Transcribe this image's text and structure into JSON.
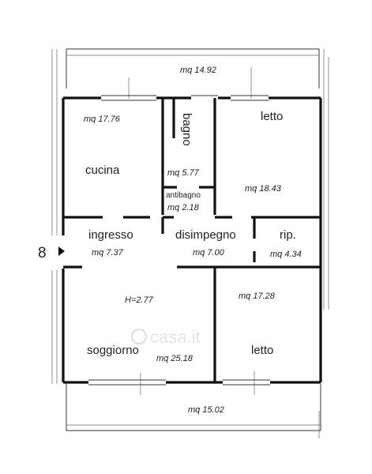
{
  "address_number": "8",
  "height_label": "H=2.77",
  "watermark": "casa.it",
  "rooms": {
    "terrace_top": {
      "area": "mq 14.92"
    },
    "cucina": {
      "name": "cucina",
      "area": "mq 17.76"
    },
    "bagno": {
      "name": "bagno",
      "area": "mq 5.77"
    },
    "antibagno": {
      "name": "antibagno",
      "area": "mq 2.18"
    },
    "letto_top": {
      "name": "letto",
      "area": "mq 18.43"
    },
    "ingresso": {
      "name": "ingresso",
      "area": "mq 7.37"
    },
    "disimpegno": {
      "name": "disimpegno",
      "area": "mq 7.00"
    },
    "rip": {
      "name": "rip.",
      "area": "mq 4.34"
    },
    "soggiorno": {
      "name": "soggiorno",
      "area": "mq 25.18"
    },
    "letto_bottom": {
      "name": "letto",
      "area": "mq 17.28"
    },
    "terrace_bottom": {
      "area": "mq 15.02"
    }
  }
}
